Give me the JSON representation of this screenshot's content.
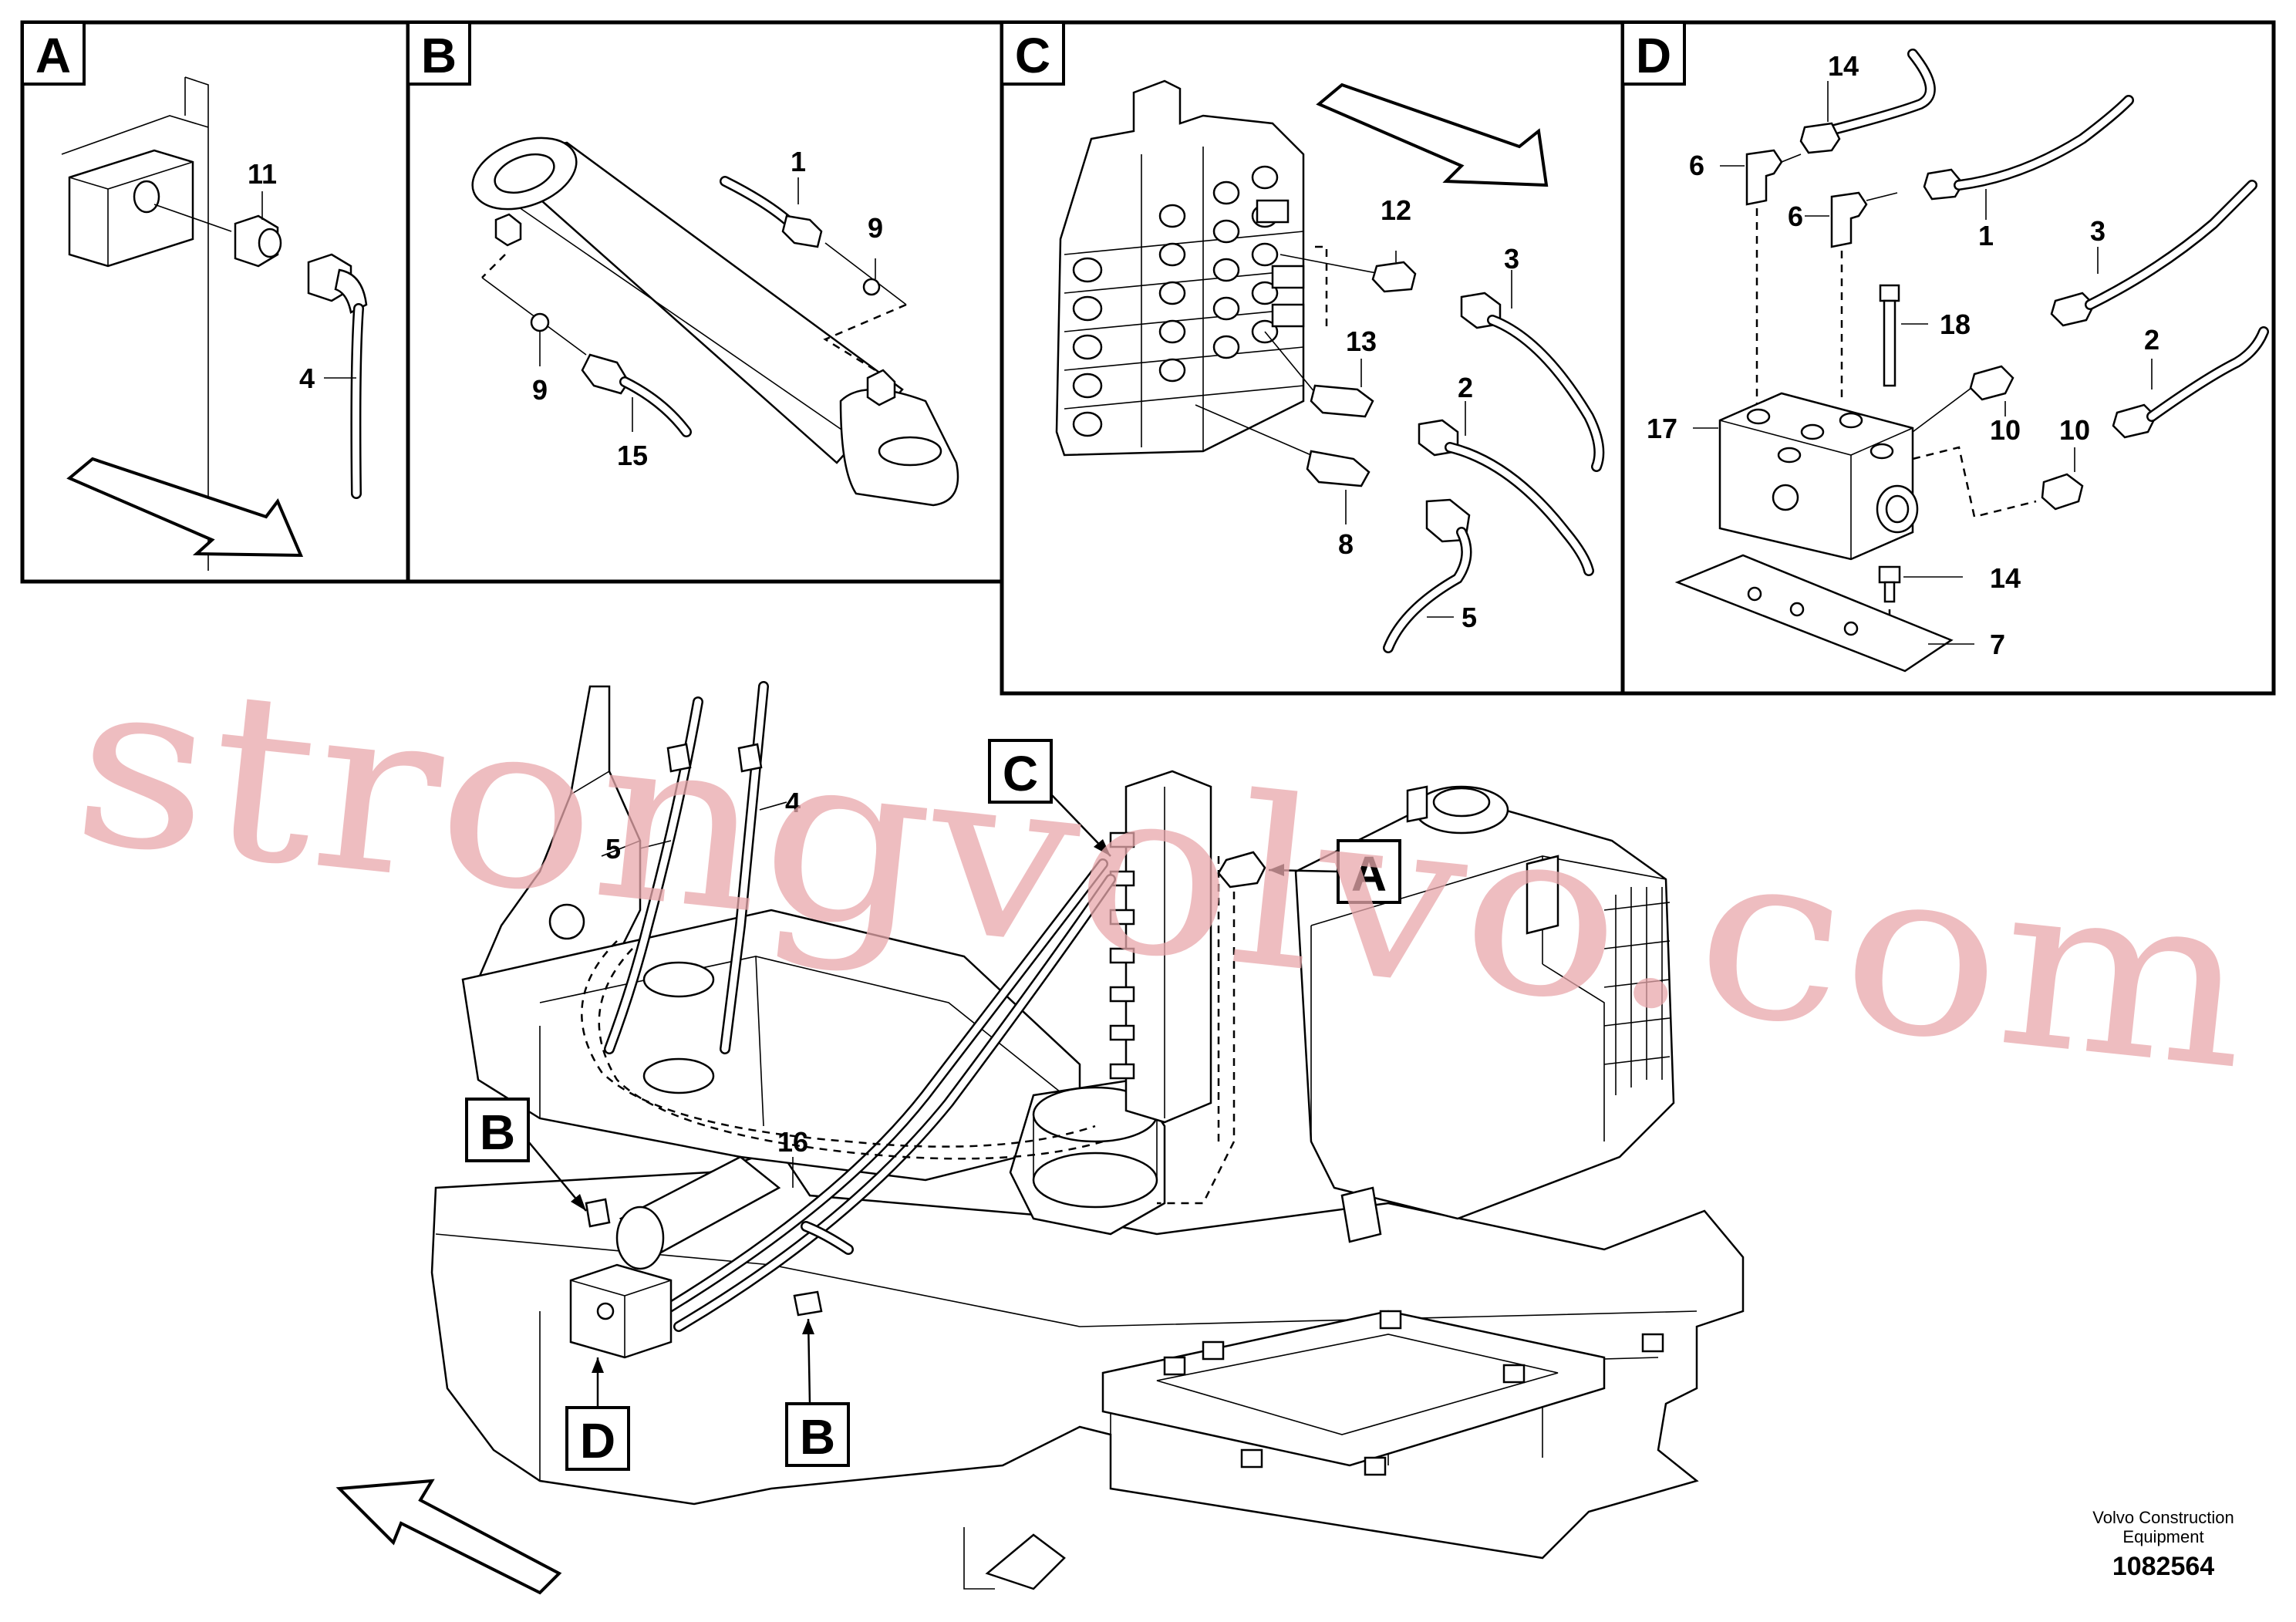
{
  "panels": [
    {
      "letter": "A",
      "labels": [
        "11",
        "4"
      ]
    },
    {
      "letter": "B",
      "labels": [
        "1",
        "9",
        "9",
        "15"
      ]
    },
    {
      "letter": "C",
      "labels": [
        "12",
        "3",
        "13",
        "2",
        "8",
        "5"
      ]
    },
    {
      "letter": "D",
      "labels": [
        "14",
        "6",
        "6",
        "1",
        "3",
        "18",
        "2",
        "17",
        "10",
        "10",
        "14",
        "7"
      ]
    }
  ],
  "main": {
    "callouts": [
      "C",
      "A",
      "B",
      "D",
      "B"
    ],
    "labels": [
      "4",
      "5",
      "16"
    ]
  },
  "watermark": "strongvolvo.com",
  "footer": {
    "credit_line1": "Volvo Construction",
    "credit_line2": "Equipment",
    "doc_number": "1082564"
  }
}
